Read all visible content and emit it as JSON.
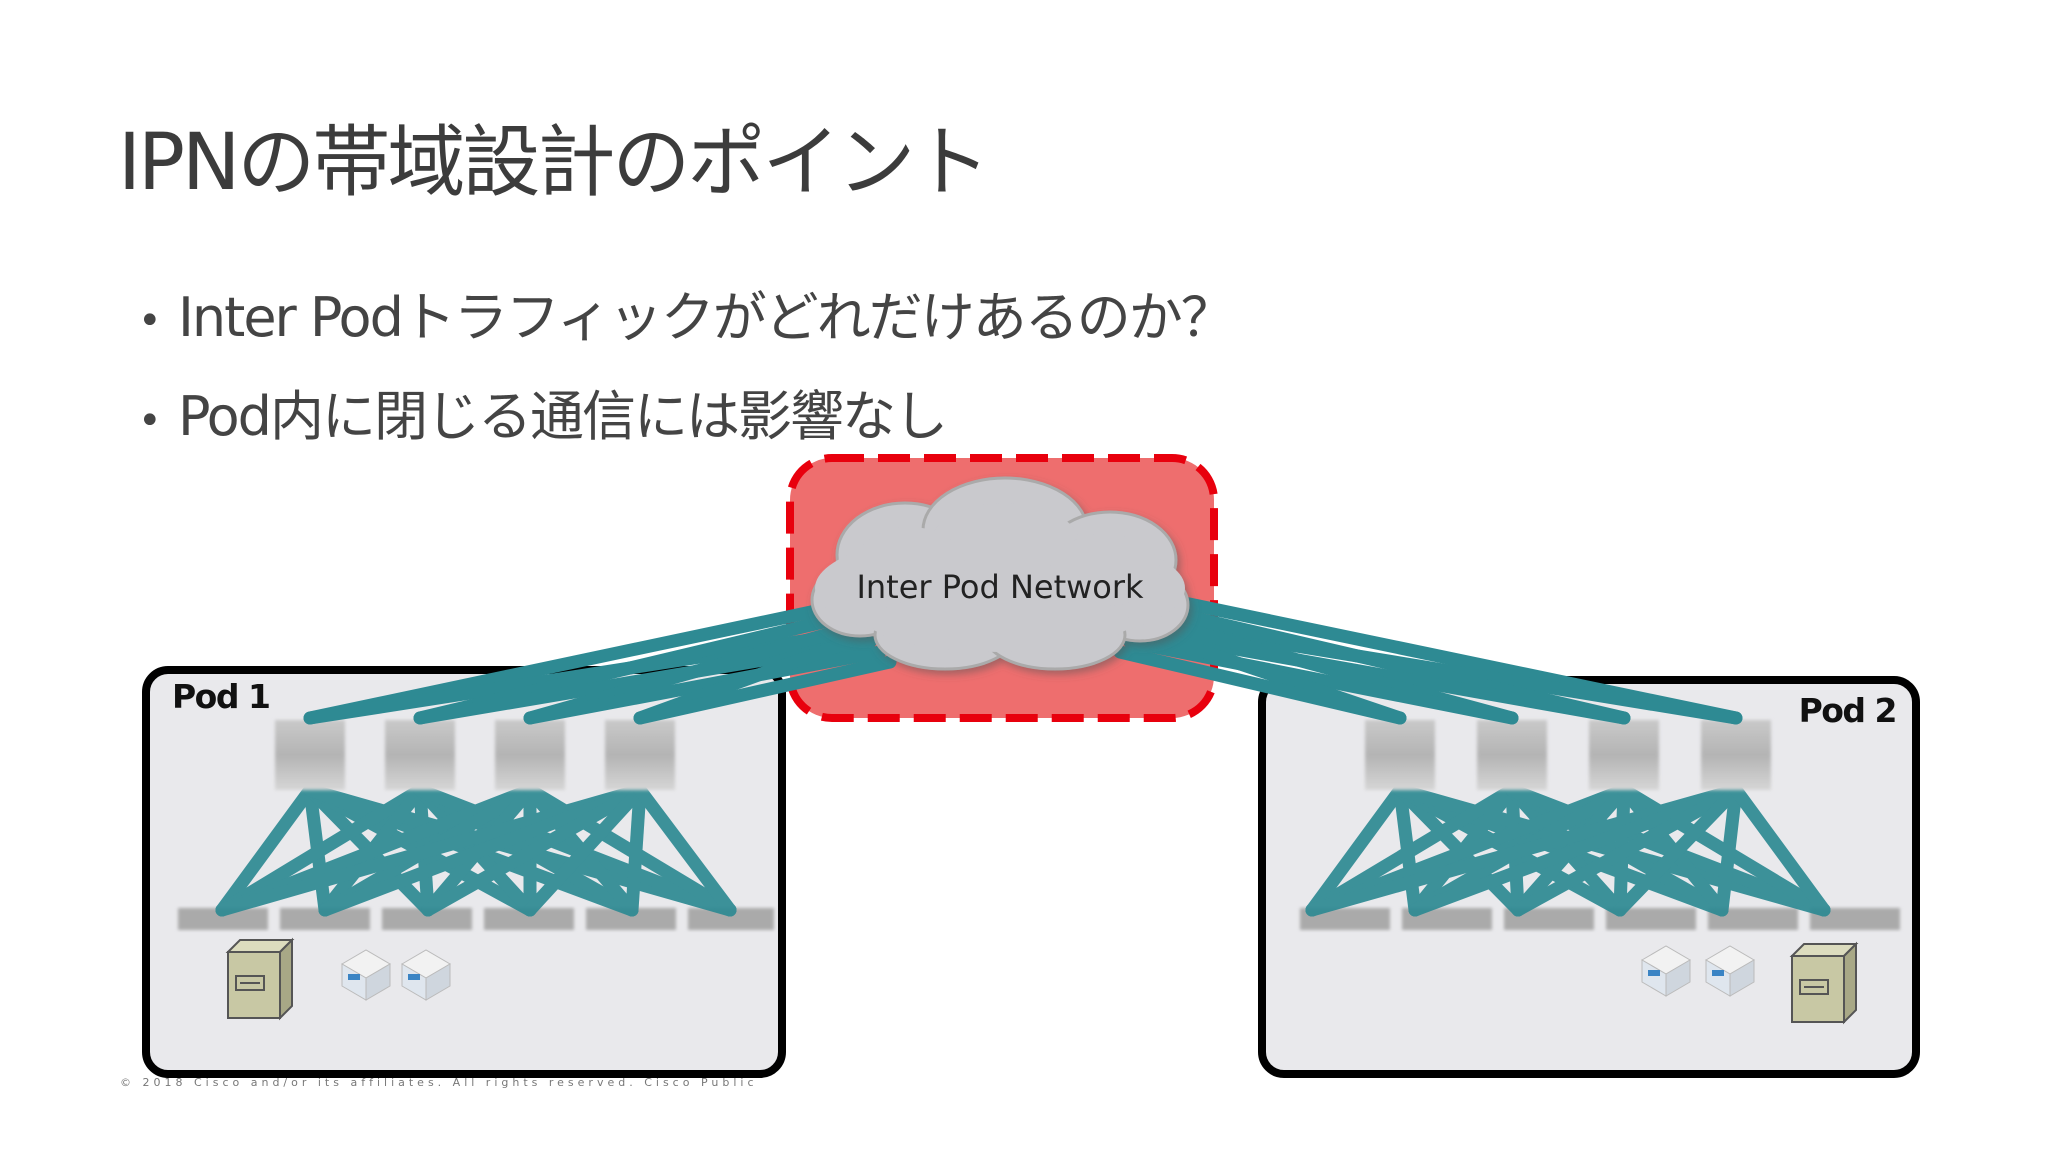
{
  "slide": {
    "title": "IPNの帯域設計のポイント",
    "bullets": [
      "Inter Podトラフィックがどれだけあるのか？",
      "Pod内に閉じる通信には影響なし"
    ],
    "footer": "© 2018 Cisco and/or its affiliates. All rights reserved. Cisco Public"
  },
  "diagram": {
    "cloud_label": "Inter Pod Network",
    "pod1_label": "Pod 1",
    "pod2_label": "Pod 2",
    "colors": {
      "link": "#2e8a93",
      "ipn_fill": "#ee6e6e",
      "ipn_border": "#e8000d",
      "cloud": "#c9c9cd",
      "pod_border": "#000000",
      "pod_fill": "#e9e9ec"
    },
    "icons": [
      "spine-switch-icon",
      "leaf-switch-icon",
      "storage-server-icon",
      "virtual-machine-icon",
      "cloud-icon"
    ]
  }
}
